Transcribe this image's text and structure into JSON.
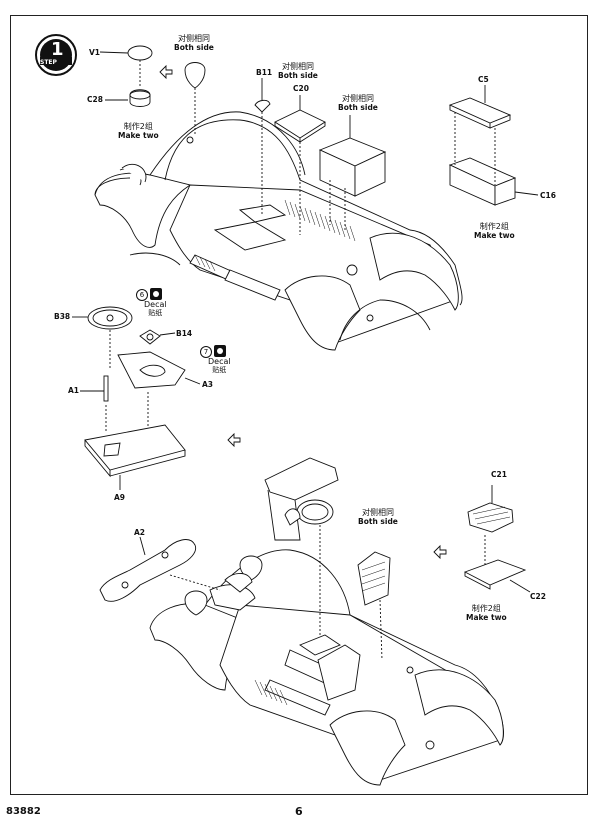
{
  "step": {
    "number": "1",
    "label": "STEP"
  },
  "footer": {
    "code": "83882",
    "page": "6"
  },
  "labels": {
    "v1": "V1",
    "c28": "C28",
    "make_two_zh_1": "制作2组",
    "make_two_en_1": "Make two",
    "both_side_zh_1": "对侧相同",
    "both_side_en_1": "Both side",
    "b11": "B11",
    "both_side_zh_2": "对侧相同",
    "both_side_en_2": "Both side",
    "c20": "C20",
    "both_side_zh_3": "对侧相同",
    "both_side_en_3": "Both side",
    "c5": "C5",
    "c16": "C16",
    "make_two_zh_2": "制作2组",
    "make_two_en_2": "Make two",
    "b38": "B38",
    "b14": "B14",
    "a1": "A1",
    "a3": "A3",
    "a9": "A9",
    "decal_num_6": "6",
    "decal_num_7": "7",
    "decal_en": "Decal",
    "decal_zh": "贴纸",
    "a2": "A2",
    "both_side_zh_4": "对侧相同",
    "both_side_en_4": "Both side",
    "c21": "C21",
    "c22": "C22",
    "make_two_zh_3": "制作2组",
    "make_two_en_3": "Make two"
  }
}
